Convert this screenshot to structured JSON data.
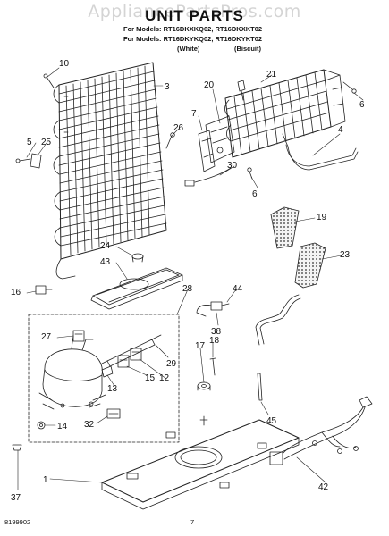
{
  "watermark": "AppliancePartsPros.com",
  "title": "UNIT PARTS",
  "models": {
    "line1": "For Models: RT16DKXKQ02, RT16DKXKT02",
    "line2": "For Models: RT16DKYKQ02, RT16DKYKT02",
    "color_white": "(White)",
    "color_biscuit": "(Biscuit)"
  },
  "callouts": [
    "10",
    "3",
    "21",
    "20",
    "6",
    "7",
    "5",
    "25",
    "26",
    "4",
    "30",
    "6",
    "19",
    "24",
    "43",
    "23",
    "16",
    "28",
    "44",
    "38",
    "27",
    "29",
    "12",
    "17",
    "18",
    "13",
    "15",
    "14",
    "32",
    "45",
    "1",
    "42",
    "37"
  ],
  "footer": {
    "doc_number": "8199902",
    "page_number": "7"
  }
}
